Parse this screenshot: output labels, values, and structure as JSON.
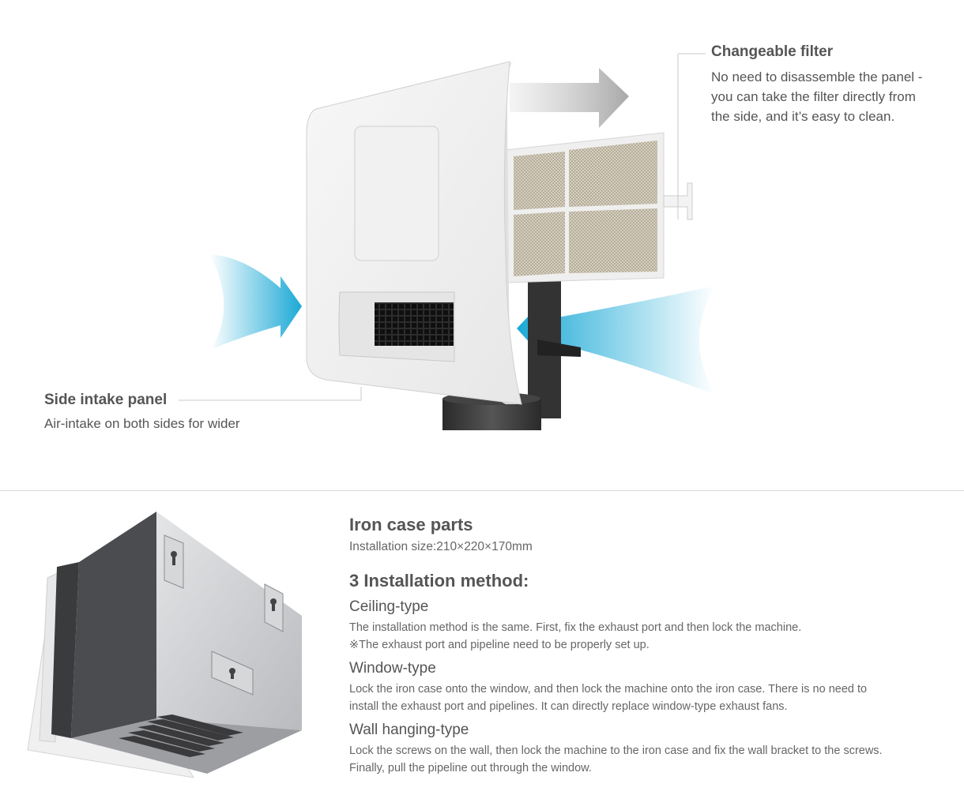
{
  "callouts": {
    "filter": {
      "title": "Changeable filter",
      "lines": [
        "No need to disassemble the panel -",
        "you can take the filter directly from",
        "the side, and it’s easy to clean."
      ]
    },
    "intake": {
      "title": "Side intake panel",
      "body": "Air-intake on both sides for wider"
    }
  },
  "iron_case": {
    "title": "Iron case parts",
    "size": "Installation size:210×220×170mm"
  },
  "installation": {
    "title": "3 Installation method:",
    "methods": [
      {
        "title": "Ceiling-type",
        "lines": [
          "The installation method is the same. First, fix the exhaust port and then lock the machine.",
          "※The exhaust port and pipeline need to be properly set up."
        ]
      },
      {
        "title": "Window-type",
        "lines": [
          "Lock the iron case onto the window, and then lock the machine onto the iron case. There is no need to",
          "install the exhaust port and pipelines. It can directly replace window-type exhaust fans."
        ]
      },
      {
        "title": "Wall hanging-type",
        "lines": [
          "Lock the screws on the wall, then lock the machine to the iron case and fix the wall bracket to the screws.",
          "Finally, pull the pipeline out through the window."
        ]
      }
    ]
  },
  "colors": {
    "text": "#555555",
    "airflow_blue": "#1ba9d6",
    "exhaust_grey": "#b8b8b8",
    "divider": "#d8d8d8"
  },
  "icons": [
    "intake-arrow-left-icon",
    "intake-arrow-right-icon",
    "exhaust-arrow-icon"
  ]
}
